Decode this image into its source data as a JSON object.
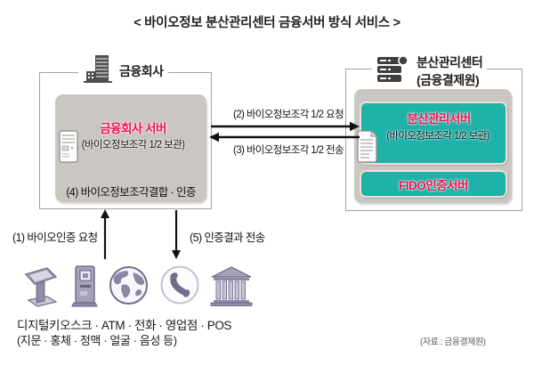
{
  "title": "< 바이오정보 분산관리센터 금융서버 방식 서비스 >",
  "financial_company": {
    "label": "금융회사",
    "server_title": "금융회사 서버",
    "server_note": "(바이오정보조각 1/2 보관)",
    "step4_label": "(4) 바이오정보조각결합 · 인증"
  },
  "distributed_center": {
    "label": "분산관리센터",
    "sublabel": "(금융결제원)",
    "server_title": "분산관리서버",
    "server_note": "(바이오정보조각 1/2 보관)",
    "fido_server_label": "FIDO인증서버"
  },
  "flows": {
    "step1_label": "(1) 바이오인증 요청",
    "step2_label": "(2) 바이오정보조각 1/2 요청",
    "step3_label": "(3) 바이오정보조각 1/2 전송",
    "step5_label": "(5) 인증결과 전송"
  },
  "channels": {
    "line1": "디지털키오스크 · ATM · 전화 · 영업점 · POS",
    "line2": "(지문 · 홍체 · 정맥 · 얼굴 · 음성 등)",
    "icons": [
      "digital-kiosk-icon",
      "atm-icon",
      "globe-icon",
      "telephone-icon",
      "bank-branch-icon"
    ]
  },
  "source_note": "(자료 : 금융결제원)",
  "colors": {
    "teal": "#1fb2a9",
    "red": "#ef1150",
    "inner_gray": "#cac6c2",
    "icon_purple": "#8f8aa8"
  }
}
